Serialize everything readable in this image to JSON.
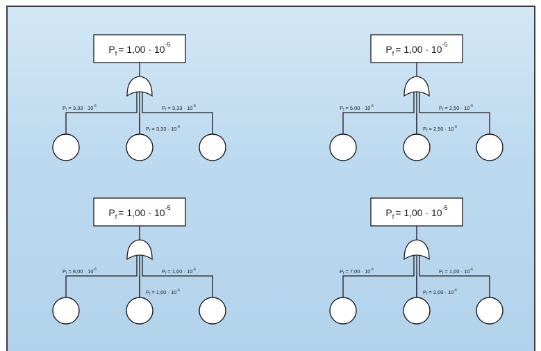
{
  "colors": {
    "background_top": "#d3e7f5",
    "background_bottom": "#b3d3ec",
    "line": "#1a1a1a",
    "box_fill": "#ffffff"
  },
  "icon_names": [
    "or-gate-icon",
    "basic-event-circle-icon"
  ],
  "trees": [
    {
      "top": {
        "symbol": "P",
        "sub": "f",
        "value": "= 1,00 · 10",
        "exp": "-5"
      },
      "children": [
        {
          "symbol": "P",
          "sub": "f",
          "value": "= 3,33 · 10",
          "exp": "-6"
        },
        {
          "symbol": "P",
          "sub": "f",
          "value": "= 3,33 · 10",
          "exp": "-6"
        },
        {
          "symbol": "P",
          "sub": "f",
          "value": "= 3,33 · 10",
          "exp": "-6"
        }
      ]
    },
    {
      "top": {
        "symbol": "P",
        "sub": "f",
        "value": "= 1,00 · 10",
        "exp": "-5"
      },
      "children": [
        {
          "symbol": "P",
          "sub": "f",
          "value": "= 5,00 · 10",
          "exp": "-6"
        },
        {
          "symbol": "P",
          "sub": "f",
          "value": "= 2,50 · 10",
          "exp": "-6"
        },
        {
          "symbol": "P",
          "sub": "f",
          "value": "= 2,50 · 10",
          "exp": "-6"
        }
      ]
    },
    {
      "top": {
        "symbol": "P",
        "sub": "f",
        "value": "= 1,00 · 10",
        "exp": "-5"
      },
      "children": [
        {
          "symbol": "P",
          "sub": "f",
          "value": "= 8,00 · 10",
          "exp": "-6"
        },
        {
          "symbol": "P",
          "sub": "f",
          "value": "= 1,00 · 10",
          "exp": "-6"
        },
        {
          "symbol": "P",
          "sub": "f",
          "value": "= 1,00 · 10",
          "exp": "-6"
        }
      ]
    },
    {
      "top": {
        "symbol": "P",
        "sub": "f",
        "value": "= 1,00 · 10",
        "exp": "-5"
      },
      "children": [
        {
          "symbol": "P",
          "sub": "f",
          "value": "= 7,00 · 10",
          "exp": "-6"
        },
        {
          "symbol": "P",
          "sub": "f",
          "value": "= 2,00 · 10",
          "exp": "-6"
        },
        {
          "symbol": "P",
          "sub": "f",
          "value": "= 1,00 · 10",
          "exp": "-6"
        }
      ]
    }
  ]
}
